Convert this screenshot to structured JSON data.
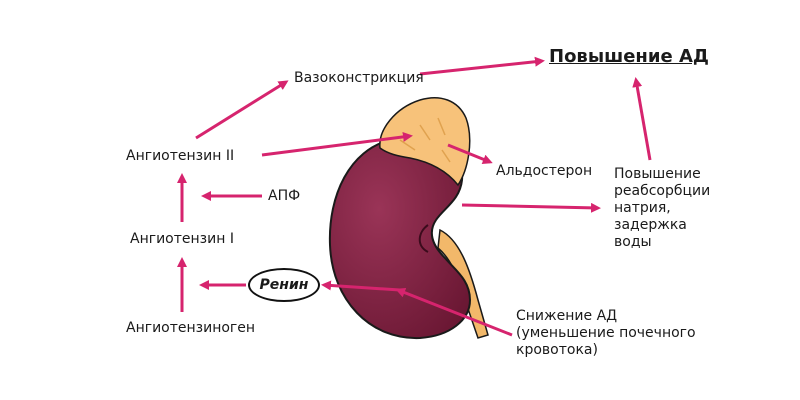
{
  "title": "Повышение АД",
  "nodes": {
    "vasoconstriction": "Вазоконстрикция",
    "angiotensin2": "Ангиотензин II",
    "apf": "АПФ",
    "angiotensin1": "Ангиотензин I",
    "renin": "Ренин",
    "angiotensinogen": "Ангиотензиноген",
    "aldosterone": "Альдостерон",
    "reabsorption": [
      "Повышение",
      "реабсорбции",
      "натрия, задержка",
      "воды"
    ],
    "bp_decrease": [
      "Снижение АД",
      "(уменьшение почечного",
      "кровотока)"
    ]
  },
  "colors": {
    "arrow": "#d6246e",
    "kidney": "#7a1f3d",
    "adrenal": "#f7c27a",
    "ureter": "#f2b86a",
    "outline": "#1a1a1a"
  }
}
